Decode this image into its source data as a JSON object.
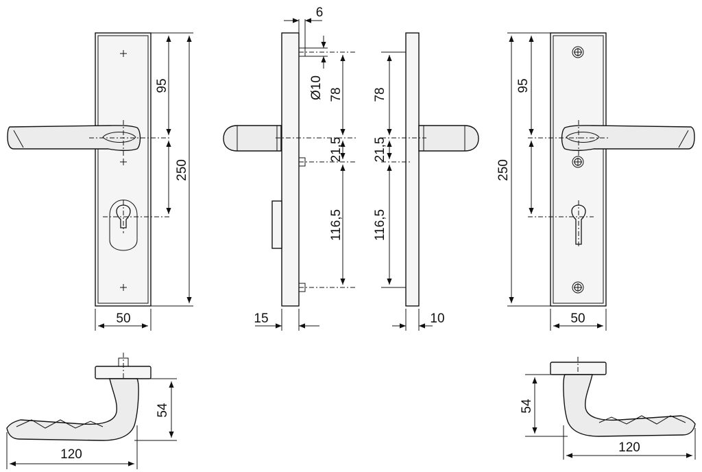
{
  "drawing": {
    "front_left": {
      "height": "250",
      "upper": "95",
      "width": "50"
    },
    "side_left": {
      "pin_width": "6",
      "pin_dia": "Ø10",
      "d1": "78",
      "d2": "21,5",
      "d3": "116,5",
      "depth": "15"
    },
    "side_right": {
      "d1": "78",
      "d2": "21,5",
      "d3": "116,5",
      "depth": "10"
    },
    "front_right": {
      "height": "250",
      "upper": "95",
      "width": "50"
    },
    "handle_left": {
      "height": "54",
      "length": "120"
    },
    "handle_right": {
      "height": "54",
      "length": "120"
    }
  }
}
